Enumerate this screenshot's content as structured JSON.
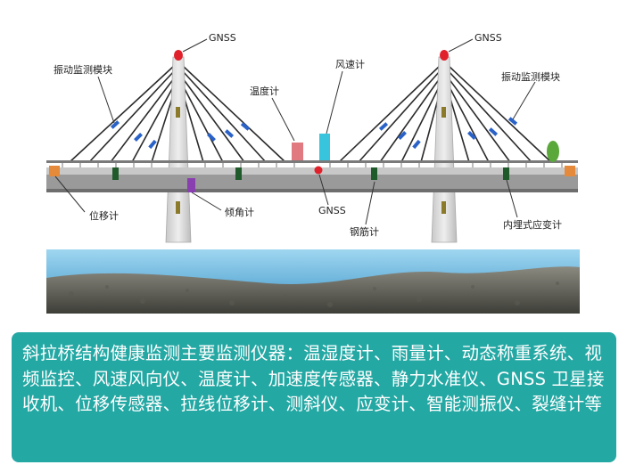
{
  "labels": {
    "gnss_left_top": "GNSS",
    "gnss_right_top": "GNSS",
    "gnss_deck": "GNSS",
    "vibration_left": "振动监测模块",
    "vibration_right": "振动监测模块",
    "temperature": "温度计",
    "anemometer": "风速计",
    "displacement": "位移计",
    "inclinometer": "倾角计",
    "rebar_meter": "钢筋计",
    "embedded_strain": "内埋式应变计"
  },
  "caption": {
    "text": "斜拉桥结构健康监测主要监测仪器：温湿度计、雨量计、动态称重系统、视频监控、风速风向仪、温度计、加速度传感器、静力水准仪、GNSS 卫星接收机、位移传感器、拉线位移计、测斜仪、应变计、智能测振仪、裂缝计等"
  },
  "colors": {
    "caption_bg": "#24a8a4",
    "tower": "#dcdcdc",
    "deck": "#9a9a9a",
    "water": "#7fc0e0",
    "sensor_blue": "#2a62c8",
    "sensor_green": "#1f5a2a",
    "gnss_red": "#e0202a",
    "temp_pink": "#e07a80",
    "anemometer_cyan": "#38c4dc",
    "inclinometer_purple": "#8a3fb0",
    "displacement_orange": "#e58a3a"
  }
}
